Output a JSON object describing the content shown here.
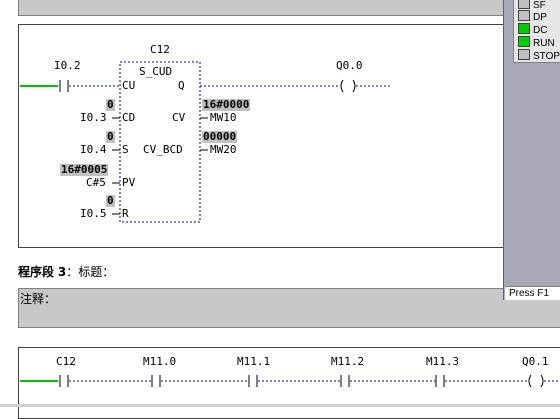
{
  "network2": {
    "block_name": "C12",
    "block_type": "S_CUD",
    "contacts": {
      "cu_input": "I0.2",
      "coil_output": "Q0.0"
    },
    "pins": {
      "cu": "CU",
      "q": "Q",
      "cd": "CD",
      "cv": "CV",
      "s": "S",
      "cv_bcd": "CV_BCD",
      "pv": "PV",
      "r": "R"
    },
    "inputs": {
      "cd_addr": "I0.3",
      "cd_val": "0",
      "s_addr": "I0.4",
      "s_val": "0",
      "pv_addr": "C#5",
      "pv_val": "16#0005",
      "r_addr": "I0.5",
      "r_val": "0"
    },
    "outputs": {
      "cv_addr": "MW10",
      "cv_val": "16#0000",
      "cvbcd_addr": "MW20",
      "cvbcd_val": "00000"
    }
  },
  "network3": {
    "title_prefix": "程序段",
    "number": "3",
    "title_label": "：标题：",
    "comment_label": "注释：",
    "contacts": [
      "C12",
      "M11.0",
      "M11.1",
      "M11.2",
      "M11.3"
    ],
    "coil": "Q0.1"
  },
  "status_panel": {
    "leds": [
      {
        "label": "SF",
        "color": "#c0c0c0"
      },
      {
        "label": "DP",
        "color": "#c0c0c0"
      },
      {
        "label": "DC",
        "color": "#00d000"
      },
      {
        "label": "RUN",
        "color": "#00d000"
      },
      {
        "label": "STOP",
        "color": "#c0c0c0"
      }
    ],
    "status_text": "Press F1"
  },
  "colors": {
    "power_rail_active": "#00c000",
    "wire": "#0000a0"
  }
}
